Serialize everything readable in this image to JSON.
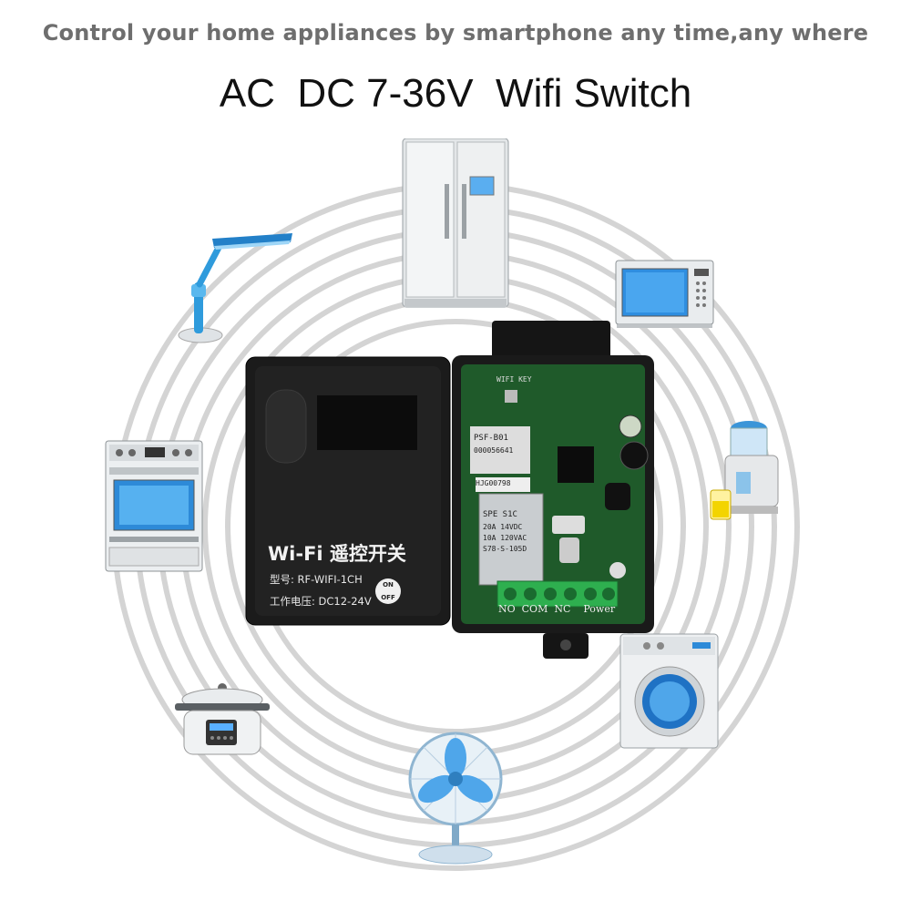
{
  "header": {
    "tagline": "Control your home appliances by smartphone any time,any where",
    "headline": "AC  DC 7-36V  Wifi Switch"
  },
  "device": {
    "case_label": {
      "title": "Wi-Fi 遥控开关",
      "model": "型号: RF-WIFI-1CH",
      "voltage": "工作电压: DC12-24V",
      "button": "ON OFF"
    },
    "pcb": {
      "module_label": "PSF-B01",
      "module_serial": "000056641",
      "module_code": "HJG00798",
      "relay_brand": "SPE S1C",
      "relay_spec1": "20A  14VDC",
      "relay_spec2": "10A  120VAC",
      "relay_part": "S78-S-105D",
      "key_label": "WIFI KEY",
      "terminals": "NO  COM  NC    Power"
    }
  },
  "appliances": [
    "refrigerator-icon",
    "desk-lamp-icon",
    "microwave-icon",
    "oven-icon",
    "juicer-icon",
    "washing-machine-icon",
    "rice-cooker-icon",
    "fan-icon"
  ],
  "colors": {
    "ring": "#d6d6d6",
    "case": "#1c1c1c",
    "pcb": "#1f5a2a",
    "accent_blue": "#2f8ee0",
    "terminal": "#2eaf4f"
  }
}
